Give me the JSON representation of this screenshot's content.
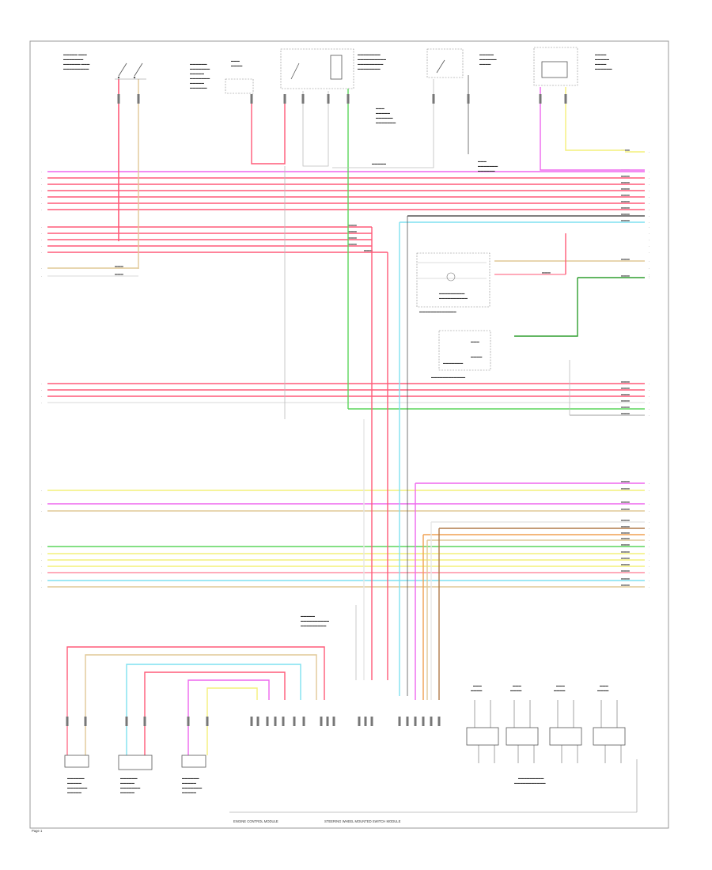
{
  "colors": {
    "red": "#ff5a78",
    "pink": "#ff8fa3",
    "green": "#5cd65c",
    "light_green": "#8ee08e",
    "dark_green": "#2e9e2e",
    "yellow": "#f4f07a",
    "violet": "#ee66ee",
    "light_blue": "#7fe0f0",
    "tan": "#e0c896",
    "brown": "#b07a4a",
    "orange": "#f0a050",
    "gray": "#bdbdbd",
    "black": "#555555",
    "white": "#e6e6e6"
  },
  "footer": {
    "left_label": "ENGINE CONTROL MODULE",
    "right_label": "STEERING WHEEL MOUNTED SWITCH MODULE"
  },
  "page_number": "Page 1"
}
